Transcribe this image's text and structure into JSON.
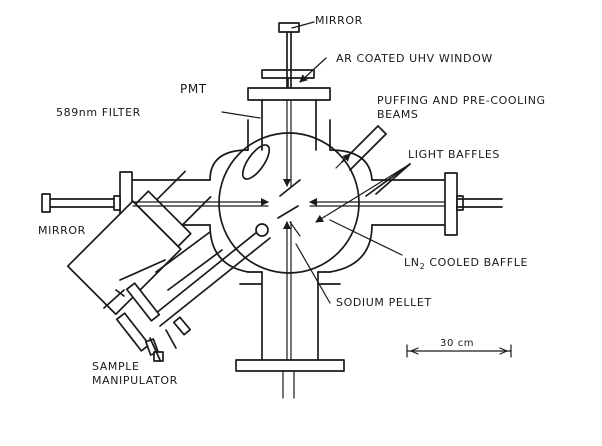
{
  "labels": {
    "mirror_top": "MIRROR",
    "ar_window": "AR COATED UHV WINDOW",
    "pmt": "PMT",
    "filter": "589nm FILTER",
    "puffing_line1": "PUFFING AND PRE-COOLING",
    "puffing_line2": "BEAMS",
    "light_baffles": "LIGHT BAFFLES",
    "mirror_left": "MIRROR",
    "ln2_baffle_prefix": "LN",
    "ln2_baffle_sub": "2",
    "ln2_baffle_suffix": " COOLED BAFFLE",
    "sodium_pellet": "SODIUM PELLET",
    "sample_line1": "SAMPLE",
    "sample_line2": "MANIPULATOR",
    "scale_bar": "30 cm"
  }
}
